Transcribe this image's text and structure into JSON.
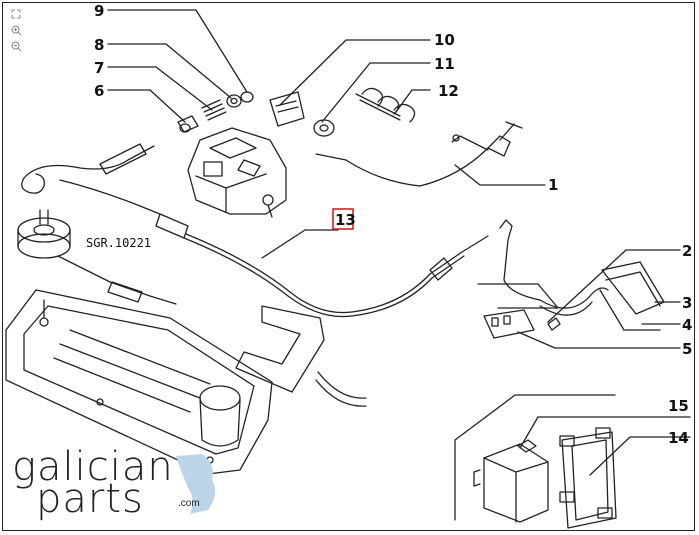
{
  "toolbar": {
    "fit_icon": "expand-icon",
    "zoom_in_icon": "zoom-in-icon",
    "zoom_out_icon": "zoom-out-icon"
  },
  "callouts": {
    "c1": "1",
    "c2": "2",
    "c3": "3",
    "c4": "4",
    "c5": "5",
    "c6": "6",
    "c7": "7",
    "c8": "8",
    "c9": "9",
    "c10": "10",
    "c11": "11",
    "c12": "12",
    "c13": "13",
    "c14": "14",
    "c15": "15"
  },
  "reference": "SGR.10221",
  "highlight_color": "#d62020",
  "logo": {
    "line1": "galician",
    "line2": "parts",
    "suffix": ".com",
    "accent_color": "#bcd4ea"
  }
}
